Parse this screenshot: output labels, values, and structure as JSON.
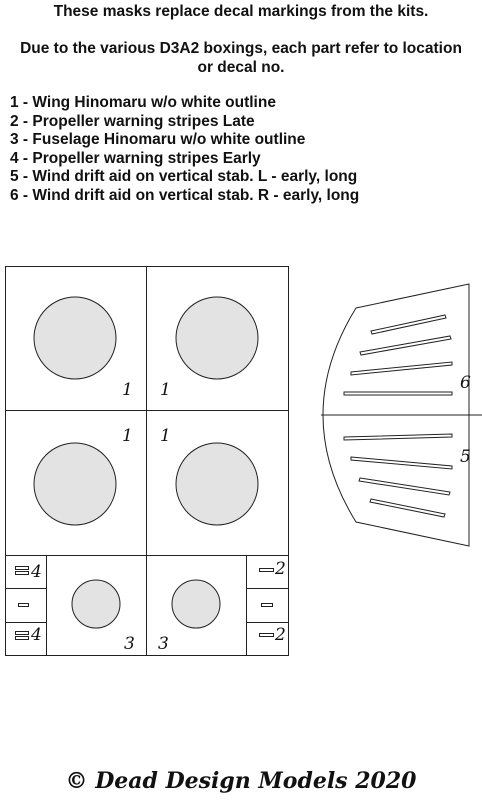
{
  "heading": {
    "line1": "These masks replace decal markings from the kits.",
    "line2": "Due to the various D3A2 boxings, each part refer to location",
    "line3": "or decal no."
  },
  "legend": [
    "1 - Wing Hinomaru w/o white outline",
    "2 - Propeller warning stripes Late",
    "3 - Fuselage Hinomaru w/o white outline",
    "4 - Propeller warning stripes Early",
    "5 - Wind drift aid on vertical stab. L - early, long",
    "6 - Wind drift aid on vertical stab. R - early, long"
  ],
  "sheet": {
    "labels": {
      "cell_top_left": "1",
      "cell_top_right": "1",
      "cell_mid_left": "1",
      "cell_mid_right": "1",
      "fuselage_left": "3",
      "fuselage_right": "3",
      "stripe_left_top": "4",
      "stripe_left_bottom": "4",
      "stripe_right_top": "2",
      "stripe_right_bottom": "2",
      "fan_upper": "6",
      "fan_lower": "5"
    },
    "colors": {
      "disc_fill": "#e3e3e3",
      "line": "#222222"
    }
  },
  "footer": "© Dead Design Models 2020"
}
